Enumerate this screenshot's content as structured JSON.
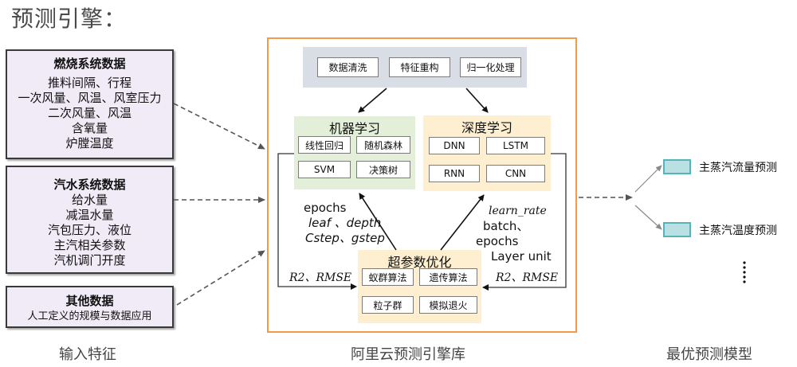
{
  "page_title": "预测引擎：",
  "inputs": {
    "caption": "输入特征",
    "groups": [
      {
        "title": "燃烧系统数据",
        "lines": [
          "推料间隔、行程",
          "一次风量、风温、风室压力",
          "二次风量、风温",
          "含氧量",
          "炉膛温度"
        ]
      },
      {
        "title": "汽水系统数据",
        "lines": [
          "给水量",
          "减温水量",
          "汽包压力、液位",
          "主汽相关参数",
          "汽机调门开度"
        ]
      },
      {
        "title": "其他数据",
        "lines": [
          "人工定义的规模与数据应用"
        ]
      }
    ]
  },
  "engine": {
    "caption": "阿里云预测引擎库",
    "preprocessing": [
      "数据清洗",
      "特征重构",
      "归一化处理"
    ],
    "machine_learning": {
      "title": "机器学习",
      "methods": [
        "线性回归",
        "随机森林",
        "SVM",
        "决策树"
      ]
    },
    "deep_learning": {
      "title": "深度学习",
      "methods": [
        "DNN",
        "LSTM",
        "RNN",
        "CNN"
      ]
    },
    "hyperparameter_opt": {
      "title": "超参数优化",
      "methods": [
        "蚁群算法",
        "遗传算法",
        "粒子群",
        "模拟退火"
      ]
    },
    "ml_params": {
      "line1": "epochs",
      "line2": "leaf 、depth",
      "line3": "Cstep、gstep"
    },
    "dl_params": {
      "line1": "learn_rate",
      "line2": "batch、",
      "line3": "epochs",
      "line4": "Layer  unit"
    },
    "metrics_left": "R2、RMSE",
    "metrics_right": "R2、RMSE"
  },
  "outputs": {
    "caption": "最优预测模型",
    "items": [
      "主蒸汽流量预测",
      "主蒸汽温度预测"
    ],
    "more": "⋮"
  },
  "colors": {
    "engine_border": "#f39a4b",
    "input_fill": "#f1ebf7",
    "ml_fill": "#e3efd9",
    "dl_fill": "#fdefcf",
    "prep_fill": "#d9dde6",
    "output_fill": "#b9e0e2",
    "output_border": "#56b3b8"
  }
}
